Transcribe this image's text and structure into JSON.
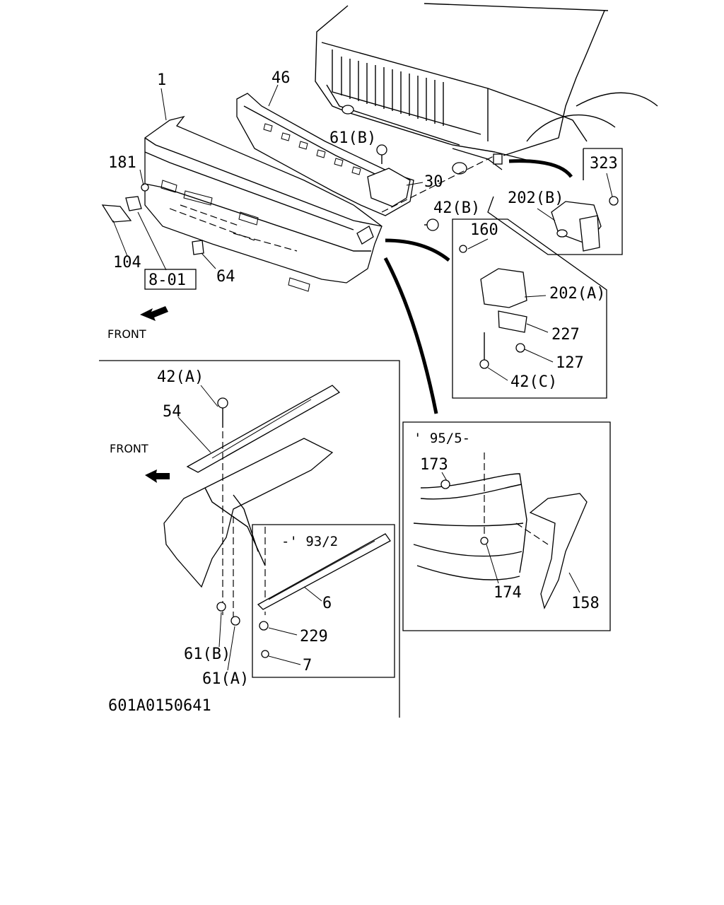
{
  "diagram": {
    "drawing_id": "601A0150641",
    "front_label": "FRONT",
    "front_label_lower": "FRONT",
    "ref_box": "8-01",
    "inset_93": "-' 93/2",
    "inset_95": "' 95/5-",
    "callouts": {
      "c1": "1",
      "c46": "46",
      "c61b_top": "61(B)",
      "c181": "181",
      "c30": "30",
      "c42b": "42(B)",
      "c323": "323",
      "c202b": "202(B)",
      "c104": "104",
      "c64": "64",
      "c160": "160",
      "c202a": "202(A)",
      "c227": "227",
      "c127": "127",
      "c42c": "42(C)",
      "c42a": "42(A)",
      "c54": "54",
      "c6": "6",
      "c229": "229",
      "c7": "7",
      "c61b_low": "61(B)",
      "c61a": "61(A)",
      "c173": "173",
      "c174": "174",
      "c158": "158"
    }
  }
}
